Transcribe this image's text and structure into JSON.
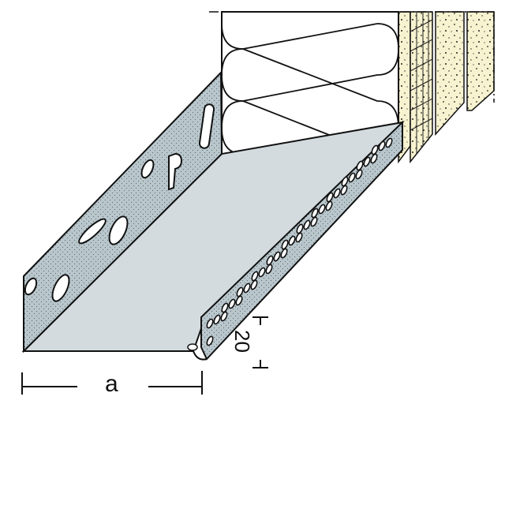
{
  "figure": {
    "type": "technical-drawing",
    "subject": "perforated aluminium base/starter profile with insulation board and render layers",
    "colors": {
      "profile_face": "#b8c6cc",
      "profile_floor": "#d3dbdf",
      "insulation": "#ffffff",
      "render": "#f7f2cf",
      "outline": "#111111"
    }
  },
  "dimensions": {
    "width_label": "a",
    "height_label": "20"
  }
}
